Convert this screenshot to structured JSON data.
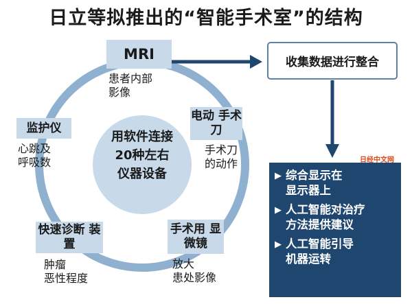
{
  "title": "日立等拟推出的“智能手术室”的结构",
  "center_text": "用软件连接\n20种左右\n仪器设备",
  "nodes": [
    {
      "id": "mri",
      "name": "MRI",
      "desc": "患者内部\n影像"
    },
    {
      "id": "electric-scalpel",
      "name": "电动\n手术刀",
      "desc": "手术刀\n的动作"
    },
    {
      "id": "microscope",
      "name": "手术用\n显微镜",
      "desc": "放大\n患处影像"
    },
    {
      "id": "rapid-diagnosis",
      "name": "快速诊断\n装置",
      "desc": "肿瘤\n恶性程度"
    },
    {
      "id": "monitor",
      "name": "监护仪",
      "desc": "心跳及\n呼吸数"
    }
  ],
  "collect_box": "收集数据进行整合",
  "panel_items": [
    "综合显示在\n显示器上",
    "人工智能对治疗\n方法提供建议",
    "人工智能引导\n机器运转"
  ],
  "watermark": "日经中文网",
  "colors": {
    "ring": "#8fb0cf",
    "node_fill": "#c8d9ea",
    "arrow": "#1e466f",
    "panel": "#1e466f"
  }
}
